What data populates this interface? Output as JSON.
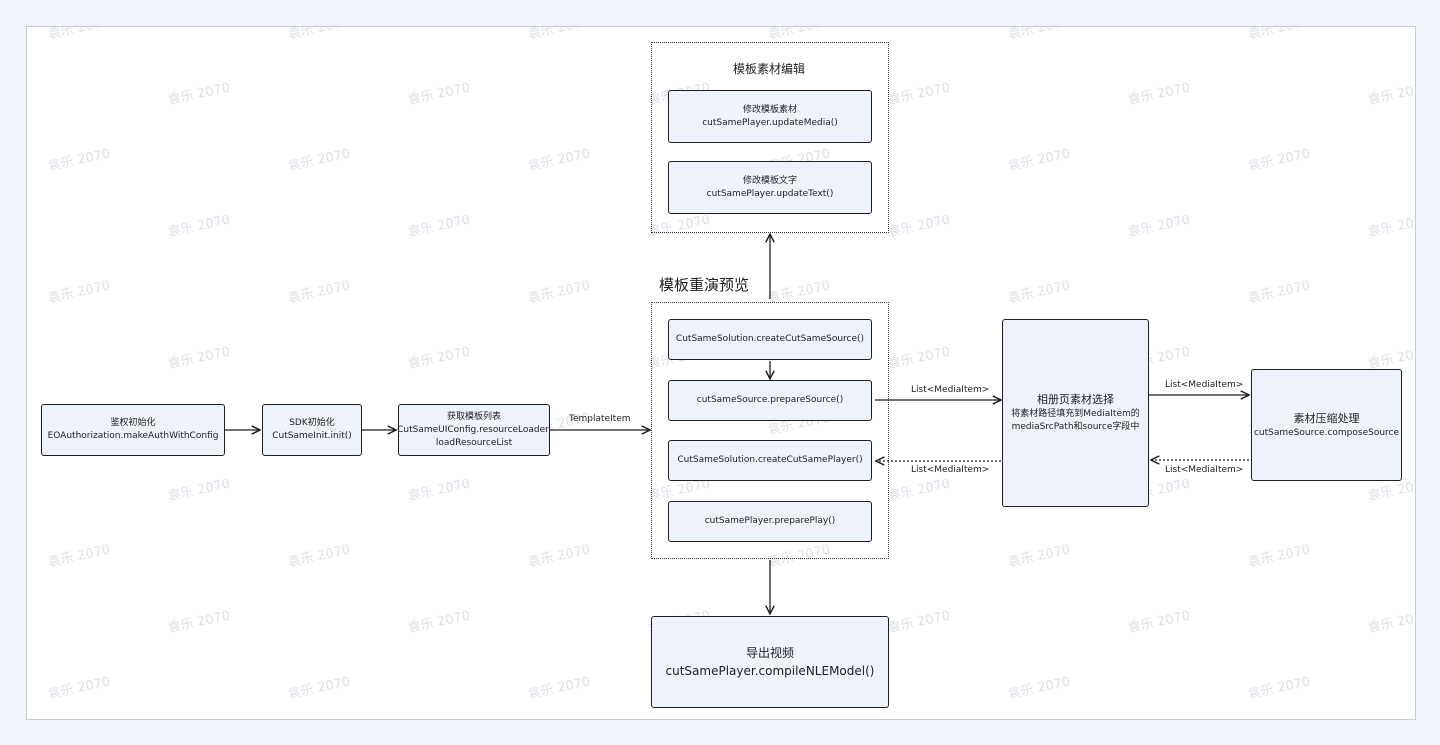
{
  "colors": {
    "page_bg": "#f1f3fa",
    "node_fill": "#eef2fb",
    "stroke": "#1f1f1f",
    "watermark": "#dcdfe6"
  },
  "watermark_text": "袁乐 2070",
  "groups": {
    "edit_title": "模板素材编辑",
    "replay_title": "模板重演预览"
  },
  "nodes": {
    "auth": {
      "line1": "鉴权初始化",
      "line2": "EOAuthorization.makeAuthWithConfig"
    },
    "sdk": {
      "line1": "SDK初始化",
      "line2": "CutSameInit.init()"
    },
    "template_list": {
      "line1": "获取模板列表",
      "line2": "CutSameUIConfig.resourceLoader.",
      "line3": "loadResourceList"
    },
    "update_media": {
      "line1": "修改模板素材",
      "line2": "cutSamePlayer.updateMedia()"
    },
    "update_text": {
      "line1": "修改模板文字",
      "line2": "cutSamePlayer.updateText()"
    },
    "create_source": {
      "line1": "CutSameSolution.createCutSameSource()"
    },
    "prepare_source": {
      "line1": "cutSameSource.prepareSource()"
    },
    "create_player": {
      "line1": "CutSameSolution.createCutSamePlayer()"
    },
    "prepare_play": {
      "line1": "cutSamePlayer.preparePlay()"
    },
    "album": {
      "line1": "相册页素材选择",
      "line2": "将素材路径填充到MediaItem的",
      "line3": "mediaSrcPath和source字段中"
    },
    "compress": {
      "line1": "素材压缩处理",
      "line2": "cutSameSource.composeSource"
    },
    "export": {
      "line1": "导出视频",
      "line2": "cutSamePlayer.compileNLEModel()"
    }
  },
  "edges": {
    "template_item": "TemplateItem",
    "list_to_album": "List<MediaItem>",
    "list_from_album": "List<MediaItem>",
    "list_to_compress": "List<MediaItem>",
    "list_from_compress": "List<MediaItem>"
  }
}
